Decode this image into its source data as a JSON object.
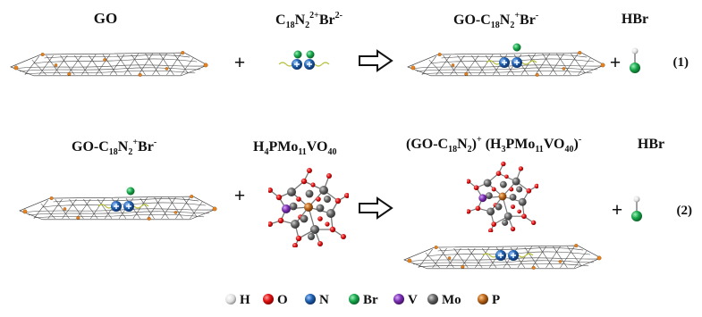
{
  "reaction1": {
    "reactant_a": "GO",
    "reactant_b": {
      "base": "C",
      "s1": "18",
      "mid": "N",
      "s2": "2",
      "sup": "2+",
      "tail": "Br",
      "sup2": "2-"
    },
    "product_a": {
      "base": "GO-C",
      "s1": "18",
      "mid": "N",
      "s2": "2",
      "sup": "+",
      "tail": "Br",
      "sup2": "-"
    },
    "product_b": "HBr",
    "number": "(1)"
  },
  "reaction2": {
    "reactant_a": {
      "base": "GO-C",
      "s1": "18",
      "mid": "N",
      "s2": "2",
      "sup": "+",
      "tail": "Br",
      "sup2": "-"
    },
    "reactant_b": {
      "base": "H",
      "s1": "4",
      "mid": "PMo",
      "s2": "11",
      "tail": "VO",
      "s3": "40"
    },
    "product_a": {
      "p1": "(GO-C",
      "s1": "18",
      "p2": "N",
      "s2": "2",
      "p3": ")",
      "sup1": "+",
      "p4": " (H",
      "s3": "3",
      "p5": "PMo",
      "s4": "11",
      "p6": "VO",
      "s5": "40",
      "p7": ")",
      "sup2": "-"
    },
    "product_b": "HBr",
    "number": "(2)"
  },
  "legend": [
    {
      "label": "H",
      "color": "#e8e8e8"
    },
    {
      "label": "O",
      "color": "#e01010"
    },
    {
      "label": "N",
      "color": "#1f5fb0"
    },
    {
      "label": "Br",
      "color": "#17a64a"
    },
    {
      "label": "V",
      "color": "#7a2fb0"
    },
    {
      "label": "Mo",
      "color": "#666666"
    },
    {
      "label": "P",
      "color": "#b8651a"
    }
  ],
  "plus_sign": "+"
}
